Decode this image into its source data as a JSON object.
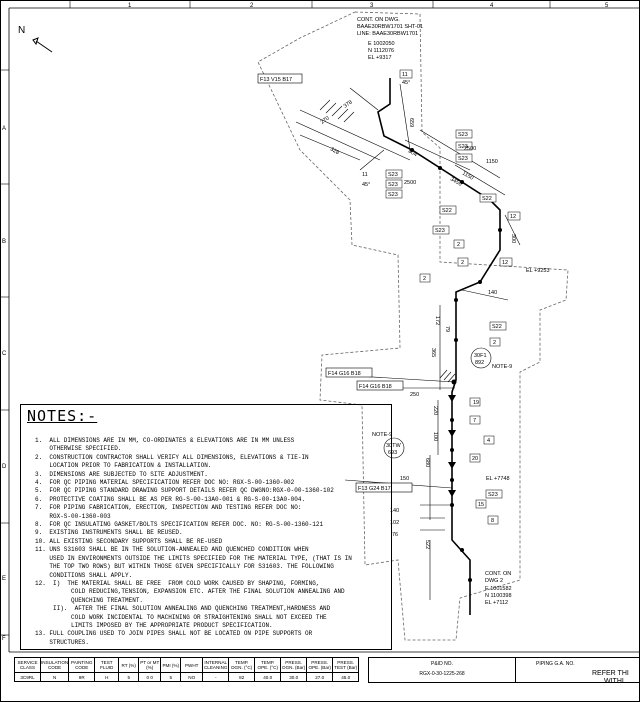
{
  "grid": {
    "columns": [
      "1",
      "2",
      "3",
      "4",
      "5"
    ],
    "rows": [
      "A",
      "B",
      "C",
      "D",
      "E",
      "F"
    ]
  },
  "north_label": "N",
  "continuation_top": {
    "line1": "CONT. ON DWG.",
    "line2": "BAAE30RBW1701 SHT-01",
    "line3": "LINE: BAAE30RBW1701",
    "e": "E 1002050",
    "n": "N 1112076",
    "el": "EL +9317"
  },
  "continuation_bottom": {
    "line1": "CONT. ON",
    "line2": "DWG 2",
    "e": "E 1001582",
    "n": "N 1100398",
    "el": "EL +7112"
  },
  "callouts": {
    "f13a": "F13 V15 B17",
    "f14a": "F14 G16 B18",
    "f14b": "F14 G16 B18",
    "f13b": "F13 G24 B17",
    "note9a": "NOTE-9",
    "note9b": "NOTE-9",
    "tag30a": "30F1",
    "tag30a2": "892",
    "tag30b": "30TW",
    "tag30b2": "693",
    "el9253": "EL +9253",
    "el7748": "EL +7748"
  },
  "tags": {
    "s523": "S23",
    "s522": "S22",
    "n2": "2",
    "n12": "12",
    "n11": "11",
    "n7": "7",
    "n8": "8",
    "n19": "19",
    "n20": "20",
    "n4": "4",
    "n15": "15"
  },
  "dims": {
    "d378": "378",
    "d270": "270",
    "d328": "328",
    "d659": "659",
    "d804": "804",
    "d2500a": "2500",
    "d2500b": "2500",
    "d1150a": "1150",
    "d1150b": "1150",
    "d3450": "3450",
    "d300": "300",
    "d140": "140",
    "d172": "172",
    "d79": "79",
    "d365": "365",
    "d250": "250",
    "d220": "220",
    "d100": "100",
    "d680": "680",
    "d150": "150",
    "d102": "102",
    "d76": "76",
    "d522": "522",
    "d45a": "45°",
    "d45b": "45°",
    "d11a": "11",
    "d11b": "11"
  },
  "notes": {
    "title": "NOTES:-",
    "items": [
      "1.  ALL DIMENSIONS ARE IN MM, CO-ORDINATES & ELEVATIONS ARE IN MM UNLESS",
      "    OTHERWISE SPECIFIED.",
      "2.  CONSTRUCTION CONTRACTOR SHALL VERIFY ALL DIMENSIONS, ELEVATIONS & TIE-IN",
      "    LOCATION PRIOR TO FABRICATION & INSTALLATION.",
      "3.  DIMENSIONS ARE SUBJECTED TO SITE ADJUSTMENT.",
      "4.  FOR QC PIPING MATERIAL SPECIFICATION REFER DOC NO: RGX-S-00-1360-002",
      "5.  FOR QC PIPING STANDARD DRAWING SUPPORT DETAILS REFER QC DWGNO:RGX-0-00-1360-102",
      "6.  PROTECTIVE COATING SHALL BE AS PER RG-S-00-13A0-001 & RG-S-00-13A0-004.",
      "7.  FOR PIPING FABRICATION, ERECTION, INSPECTION AND TESTING REFER DOC NO:",
      "    RGX-S-00-1360-003",
      "8.  FOR QC INSULATING GASKET/BOLTS SPECIFICATION REFER DOC. NO: RG-S-00-1360-121",
      "9.  EXISTING INSTRUMENTS SHALL BE REUSED.",
      "10. ALL EXISTING SECONDARY SUPPORTS SHALL BE RE-USED",
      "11. UNS S31603 SHALL BE IN THE SOLUTION-ANNEALED AND QUENCHED CONDITION WHEN",
      "    USED IN ENVIRONMENTS OUTSIDE THE LIMITS SPECIFIED FOR THE MATERIAL TYPE, (THAT IS IN",
      "    THE TOP TWO ROWS) BUT WITHIN THOSE GIVEN SPECIFICALLY FOR S31603. THE FOLLOWING",
      "    CONDITIONS SHALL APPLY.",
      "12.  I)  THE MATERIAL SHALL BE FREE  FROM COLD WORK CAUSED BY SHAPING, FORMING,",
      "          COLD REDUCING,TENSION, EXPANSION ETC. AFTER THE FINAL SOLUTION ANNEALING AND",
      "          QUENCHING TREATMENT.",
      "     II).  AFTER THE FINAL SOLUTION ANNEALING AND QUENCHING TREATMENT,HARDNESS AND",
      "          COLD WORK INCIDENTAL TO MACHINING OR STRAIGHTENING SHALL NOT EXCEED THE",
      "          LIMITS IMPOSED BY THE APPROPRIATE PRODUCT SPECIFICATION.",
      "13. FULL COUPLING USED TO JOIN PIPES SHALL NOT BE LOCATED ON PIPE SUPPORTS OR",
      "    STRUCTURES."
    ]
  },
  "table": {
    "headers": [
      "SERVICE CLASS",
      "INSULATION CODE",
      "PAINTING CODE",
      "TEST FLUID",
      "RT (%)",
      "PT or MT (%)",
      "PMI (%)",
      "PWHT",
      "INTERNAL CLEANING",
      "TEMP. DGN. (°C)",
      "TEMP. OPE. (°C)",
      "PRESS. DGN. (Bar)",
      "PRESS. OPE. (Bar)",
      "PRESS. TEST (Bar)"
    ],
    "values": [
      "3C9RL",
      "N",
      "9R",
      "H",
      "5",
      "0 0",
      "5",
      "NO",
      "-",
      "82",
      "40.0",
      "30.0",
      "27.0",
      "45.0"
    ],
    "pid_label": "P&ID NO.",
    "pid_value": "RGX-0-30-1225-268",
    "pga_label": "PIPING G.A. NO."
  },
  "refer_text": {
    "line1": "REFER THI",
    "line2": "WITHI"
  }
}
